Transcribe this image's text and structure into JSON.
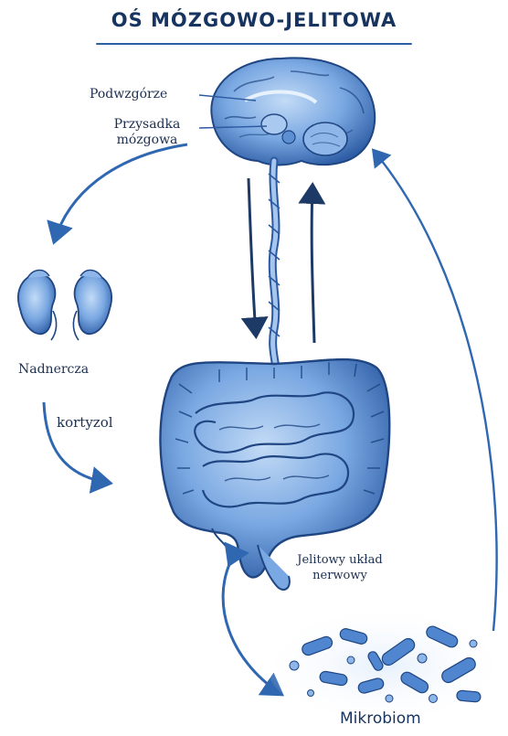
{
  "title": "OŚ MÓZGOWO-JELITOWA",
  "labels": {
    "hypothalamus": "Podwzgórze",
    "pituitary_line1": "Przysadka",
    "pituitary_line2": "mózgowa",
    "adrenals": "Nadnercza",
    "cortisol": "kortyzol",
    "ens_line1": "Jelitowy układ",
    "ens_line2": "nerwowy",
    "microbiome": "Mikrobiom"
  },
  "colors": {
    "title": "#17335f",
    "accent": "#2d5fa6",
    "organ_fill": "#6d9fde",
    "organ_light": "#b9d4f3",
    "organ_dark": "#2c5aa0",
    "arrow": "#2f67b1"
  }
}
